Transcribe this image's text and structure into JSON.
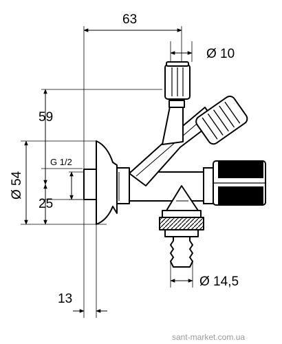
{
  "dimensions": {
    "width_top": "63",
    "hose_outlet_diameter": "Ø 10",
    "height_upper": "59",
    "thread": "G 1/2",
    "flange_diameter": "Ø 54",
    "height_lower": "25",
    "hose_nozzle_diameter": "Ø 14,5",
    "wall_offset": "13"
  },
  "watermark": "sant-market.com.ua"
}
